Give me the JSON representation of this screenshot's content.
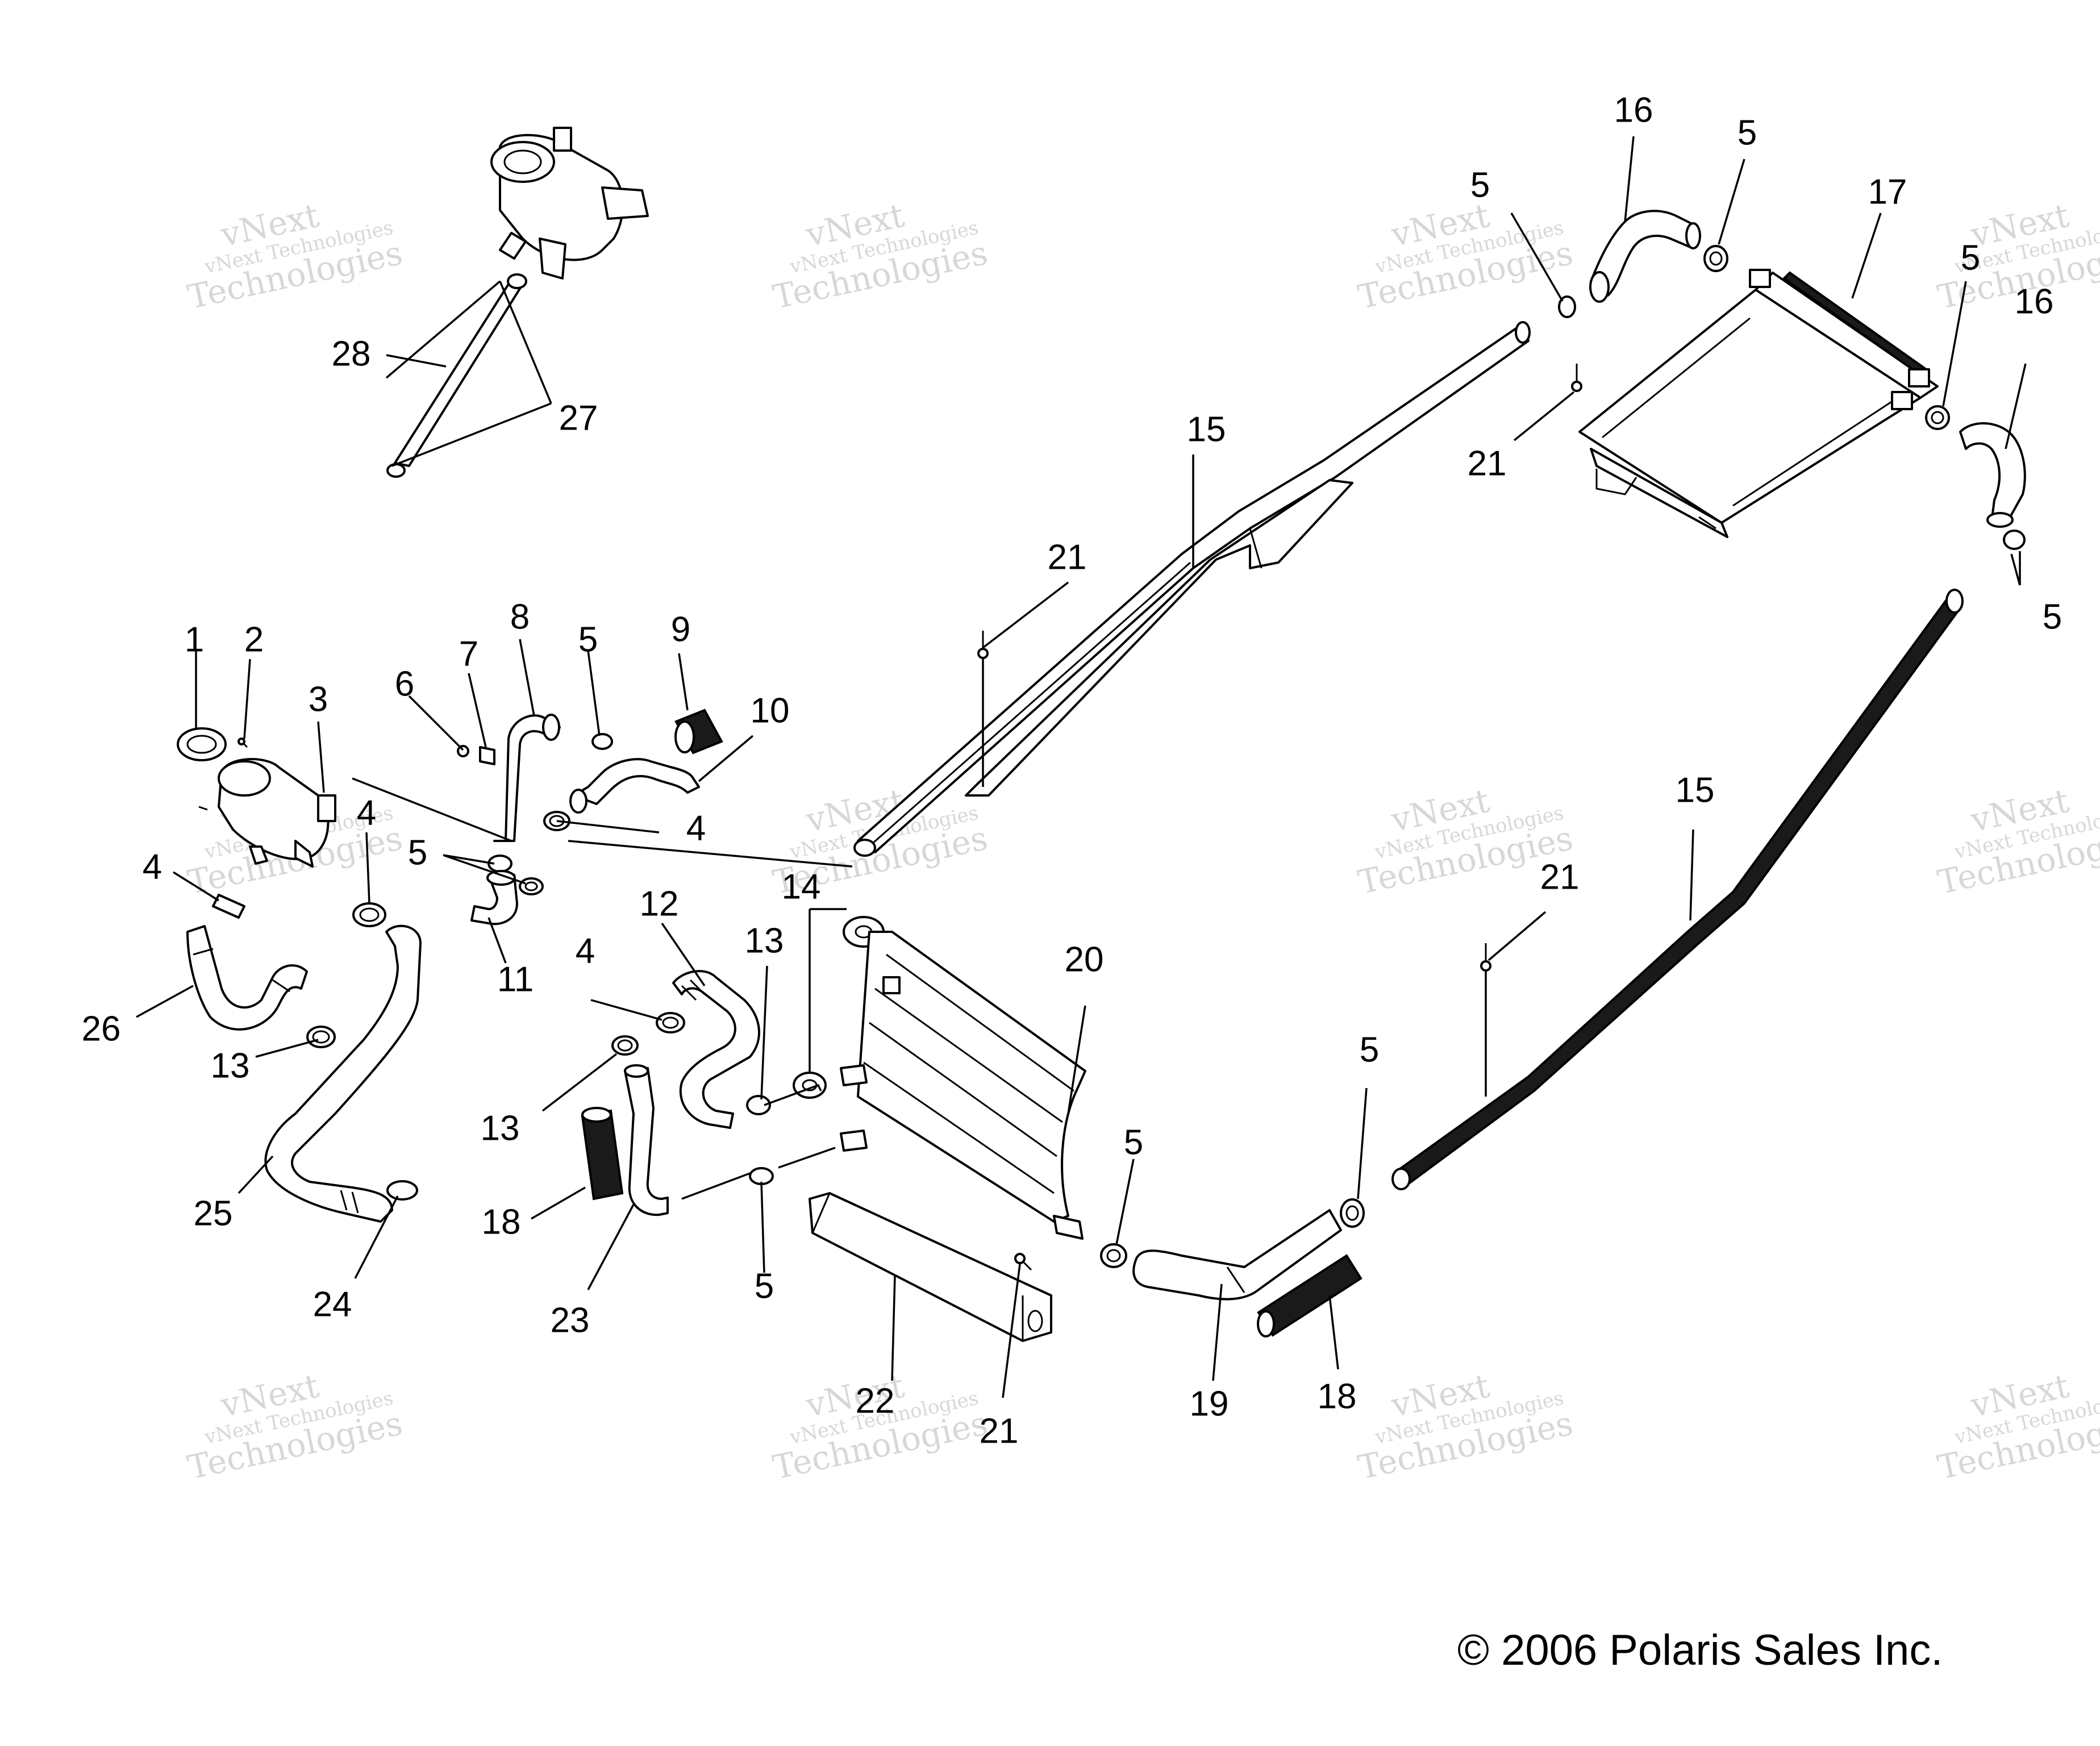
{
  "callouts": {
    "c1": "1",
    "c2": "2",
    "c3": "3",
    "c4a": "4",
    "c4b": "4",
    "c4c": "4",
    "c4d": "4",
    "c5a": "5",
    "c5b": "5",
    "c5c": "5",
    "c5d": "5",
    "c5e": "5",
    "c5f": "5",
    "c5g": "5",
    "c5h": "5",
    "c5i": "5",
    "c6": "6",
    "c7": "7",
    "c8": "8",
    "c9": "9",
    "c10": "10",
    "c11": "11",
    "c12": "12",
    "c13a": "13",
    "c13b": "13",
    "c13c": "13",
    "c14": "14",
    "c15a": "15",
    "c15b": "15",
    "c16a": "16",
    "c16b": "16",
    "c17": "17",
    "c18a": "18",
    "c18b": "18",
    "c19": "19",
    "c20": "20",
    "c21a": "21",
    "c21b": "21",
    "c21c": "21",
    "c21d": "21",
    "c22": "22",
    "c23": "23",
    "c24": "24",
    "c25": "25",
    "c26": "26",
    "c27": "27",
    "c28": "28"
  },
  "watermark": {
    "line1": "vNext",
    "line2": "vNext Technologies",
    "line3": "Technologies"
  },
  "copyright": "© 2006 Polaris Sales Inc."
}
